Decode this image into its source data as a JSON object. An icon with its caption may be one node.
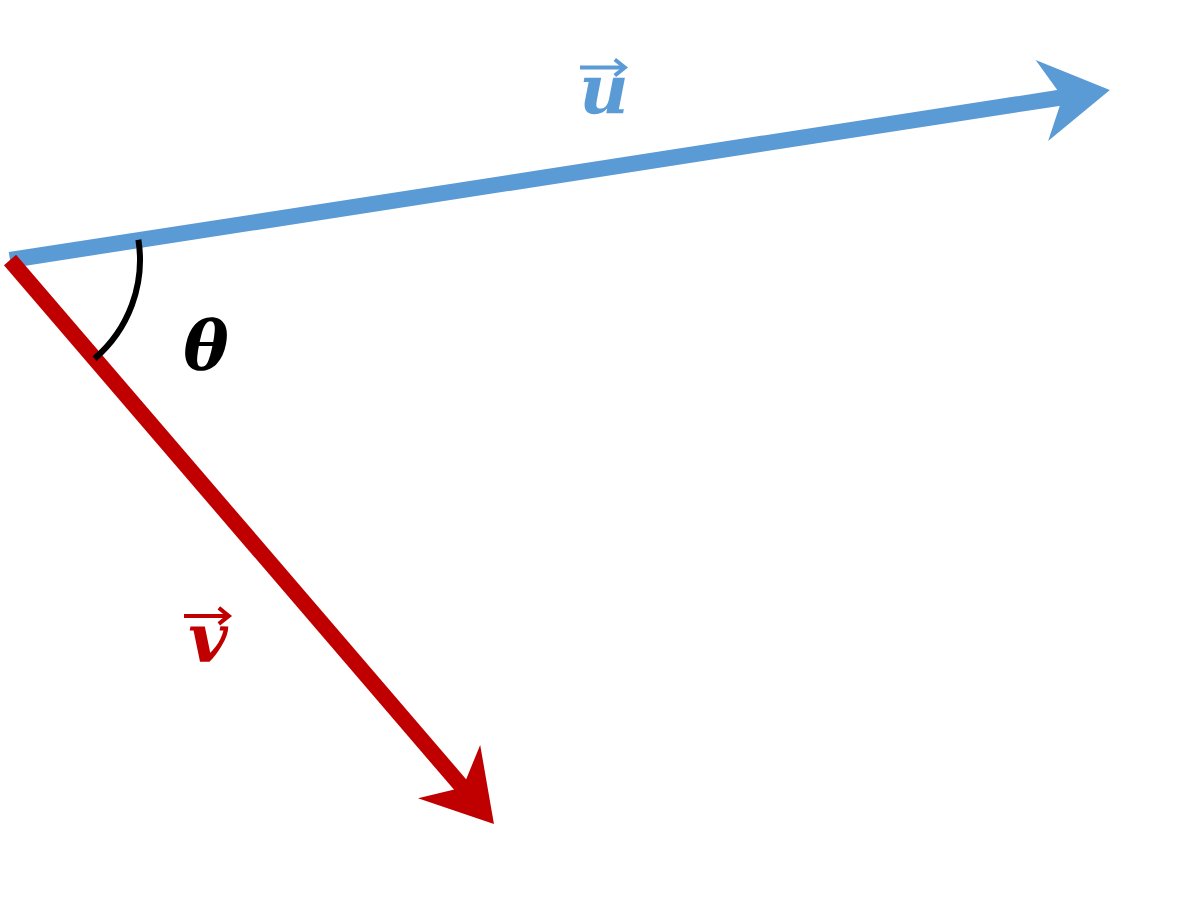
{
  "diagram": {
    "labels": [
      "u",
      "θ",
      "v"
    ]
  }
}
